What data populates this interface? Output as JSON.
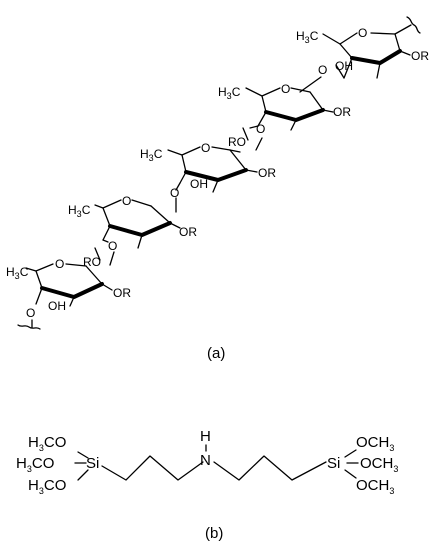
{
  "panel_a": {
    "caption": "(a)",
    "labels": {
      "ring_o": "O",
      "methyl": "H",
      "methyl_c": "C",
      "methyl_sub": "3",
      "hydroxyl": "OH",
      "or_right": "OR",
      "or_left": "RO",
      "link_o": "O"
    }
  },
  "panel_b": {
    "caption": "(b)",
    "atoms": {
      "si": "Si",
      "nitrogen": "N",
      "hydrogen": "H",
      "methoxy_h3c": "H",
      "methoxy_c": "C",
      "methoxy_o": "O",
      "sub3": "3",
      "och_prefix": "OCH"
    }
  }
}
